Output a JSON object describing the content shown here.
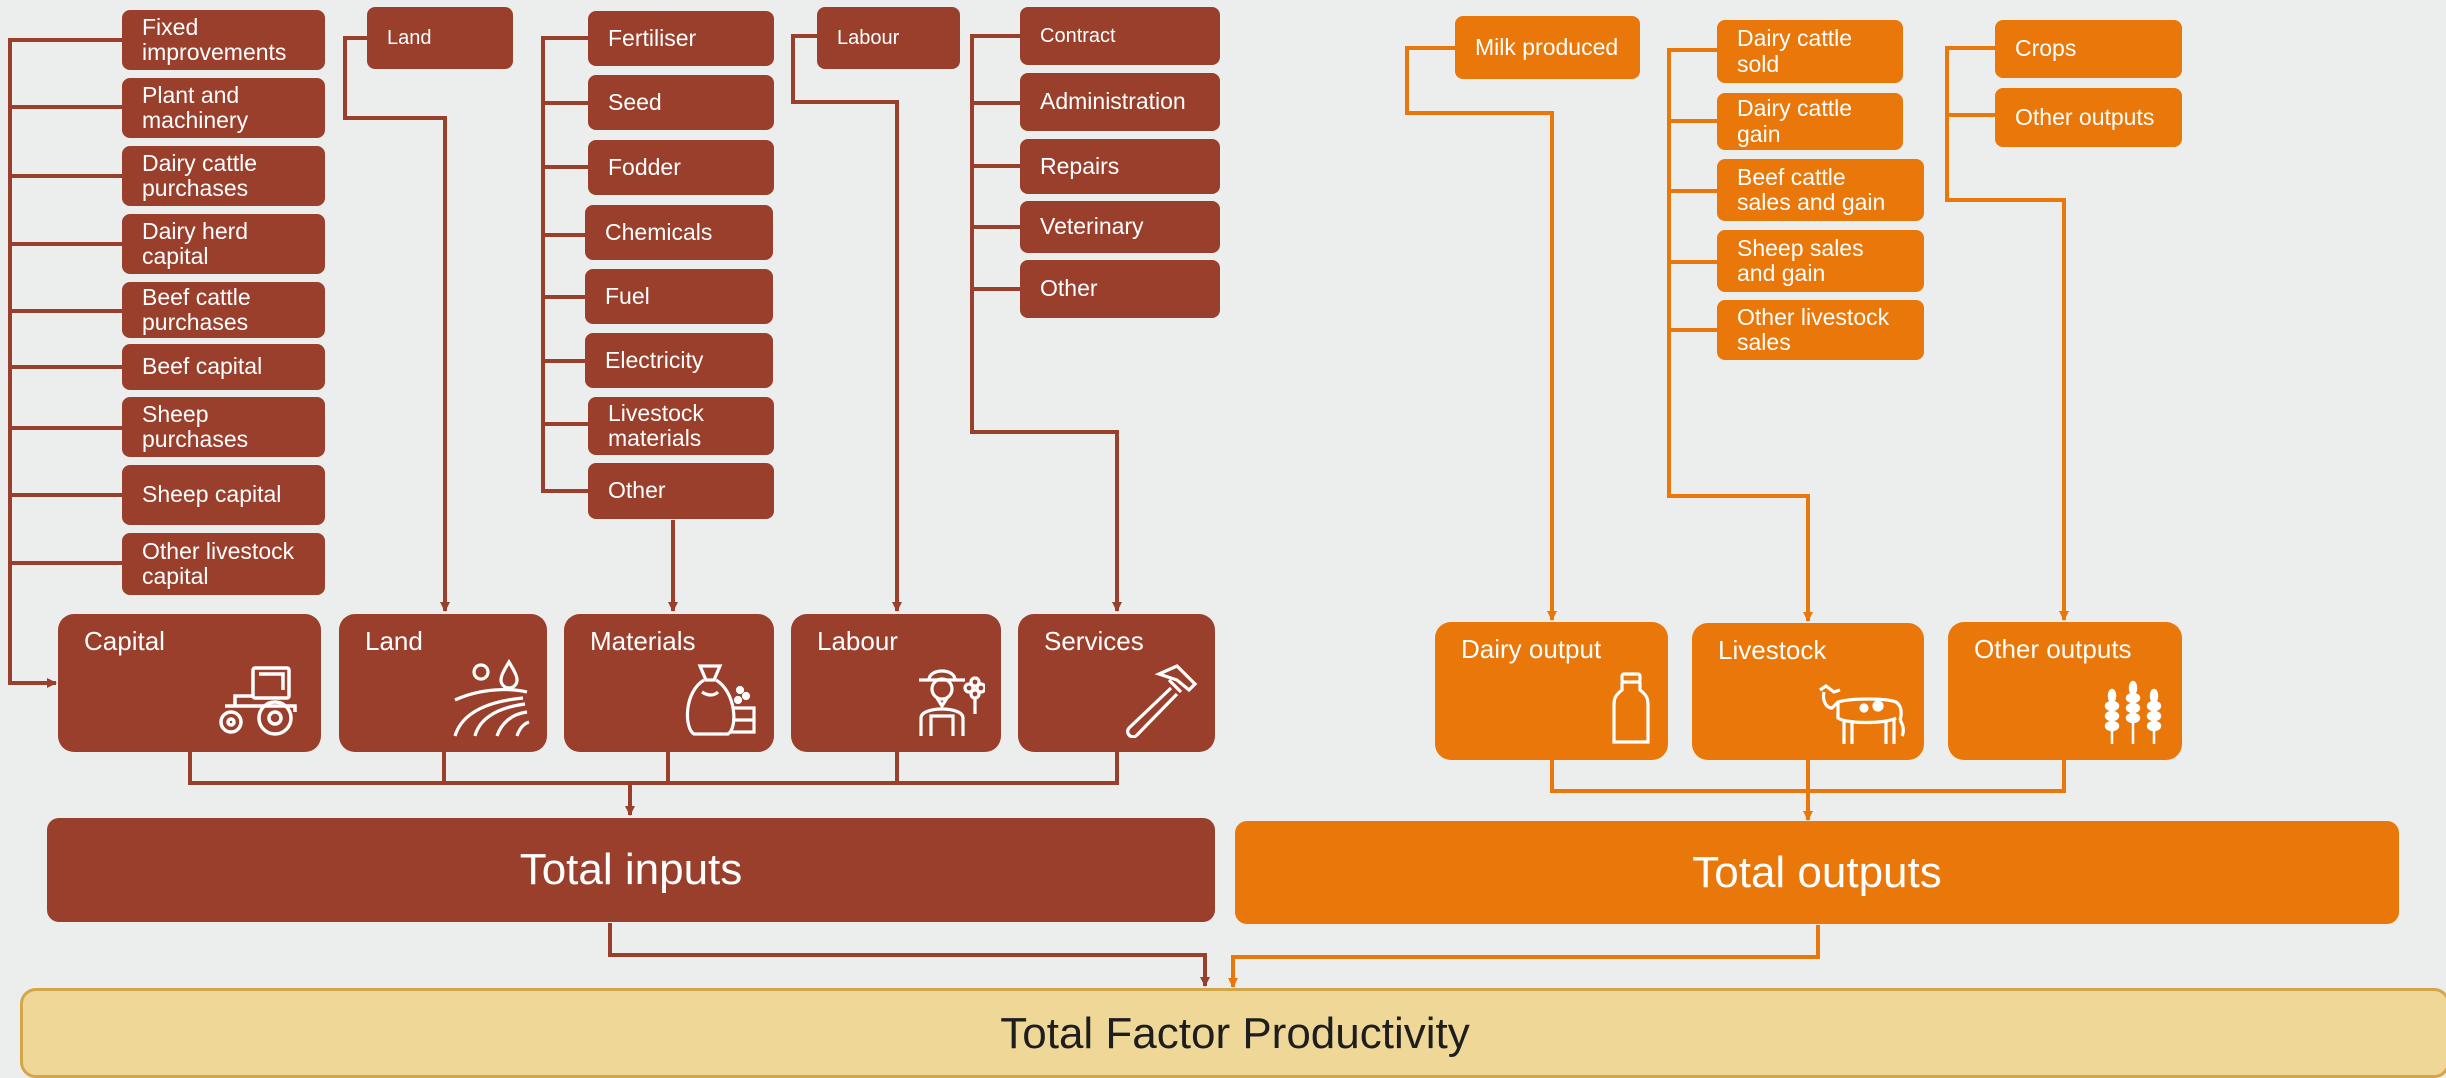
{
  "inputs": {
    "capital_items": [
      "Fixed improvements",
      "Plant and machinery",
      "Dairy cattle purchases",
      "Dairy herd capital",
      "Beef cattle purchases",
      "Beef capital",
      "Sheep purchases",
      "Sheep capital",
      "Other livestock capital"
    ],
    "land_items": [
      "Land"
    ],
    "materials_items": [
      "Fertiliser",
      "Seed",
      "Fodder",
      "Chemicals",
      "Fuel",
      "Electricity",
      "Livestock materials",
      "Other"
    ],
    "labour_items": [
      "Labour"
    ],
    "services_items": [
      "Contract",
      "Administration",
      "Repairs",
      "Veterinary",
      "Other"
    ],
    "categories": [
      {
        "label": "Capital",
        "icon": "tractor-icon"
      },
      {
        "label": "Land",
        "icon": "field-icon"
      },
      {
        "label": "Materials",
        "icon": "sack-icon"
      },
      {
        "label": "Labour",
        "icon": "farmer-icon"
      },
      {
        "label": "Services",
        "icon": "hammer-icon"
      }
    ],
    "total": "Total inputs"
  },
  "outputs": {
    "dairy_items": [
      "Milk produced"
    ],
    "livestock_items": [
      "Dairy cattle sold",
      "Dairy cattle gain",
      "Beef cattle sales and gain",
      "Sheep sales and gain",
      "Other livestock sales"
    ],
    "other_items": [
      "Crops",
      "Other outputs"
    ],
    "categories": [
      {
        "label": "Dairy output",
        "icon": "milk-bottle-icon"
      },
      {
        "label": "Livestock",
        "icon": "cow-icon"
      },
      {
        "label": "Other outputs",
        "icon": "wheat-icon"
      }
    ],
    "total": "Total outputs"
  },
  "result": "Total Factor Productivity",
  "colors": {
    "inputs": "#9a3f2c",
    "outputs": "#e97709",
    "result_fill": "#efd897",
    "result_border": "#d3a64a",
    "background": "#ebeeed"
  }
}
